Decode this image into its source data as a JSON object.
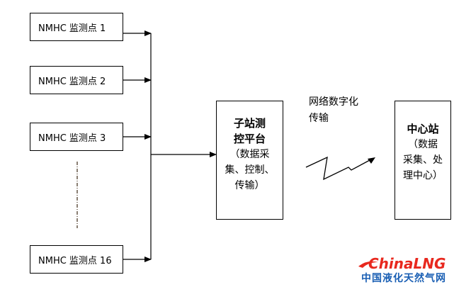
{
  "monitoring_points": [
    {
      "label": "NMHC 监测点 1"
    },
    {
      "label": "NMHC 监测点 2"
    },
    {
      "label": "NMHC 监测点 3"
    },
    {
      "label": "NMHC 监测点 16"
    }
  ],
  "substation": {
    "title_line1": "子站测",
    "title_line2": "控平台",
    "desc_line1": "（数据采",
    "desc_line2": "集、控制、",
    "desc_line3": "传输）"
  },
  "network": {
    "label_line1": "网络数字化",
    "label_line2": "传输"
  },
  "center": {
    "title": "中心站",
    "desc_line1": "（数据",
    "desc_line2": "采集、处",
    "desc_line3": "理中心）"
  },
  "watermark": {
    "brand_en": "ChinaLNG",
    "brand_cn": "中国液化天然气网",
    "colors": {
      "red": "#e8281e",
      "blue": "#1a5fb4"
    }
  }
}
